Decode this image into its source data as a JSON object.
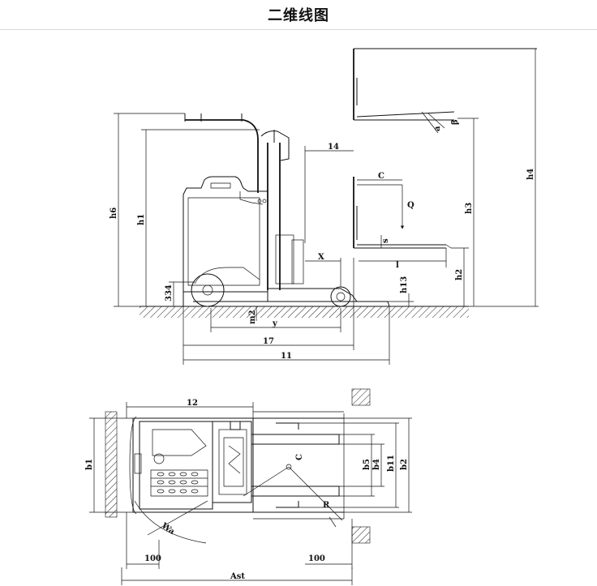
{
  "title": "二维线图",
  "side_view": {
    "labels": {
      "h6": "h6",
      "h1": "h1",
      "h3": "h3",
      "h4": "h4",
      "h2": "h2",
      "h13": "h13",
      "dim_14": "14",
      "C": "C",
      "Q": "Q",
      "s": "s",
      "l": "l",
      "X": "X",
      "y": "y",
      "dim_17": "17",
      "dim_11": "11",
      "dim_334": "334",
      "m2": "m2",
      "a": "a",
      "b": "β"
    }
  },
  "top_view": {
    "labels": {
      "dim_12": "12",
      "b1": "b1",
      "b5": "b5",
      "b4": "b4",
      "b11": "b11",
      "b2": "b2",
      "C": "C",
      "Wa": "Wa",
      "R": "R",
      "dim_100_left": "100",
      "dim_100_right": "100",
      "Ast": "Ast"
    }
  }
}
